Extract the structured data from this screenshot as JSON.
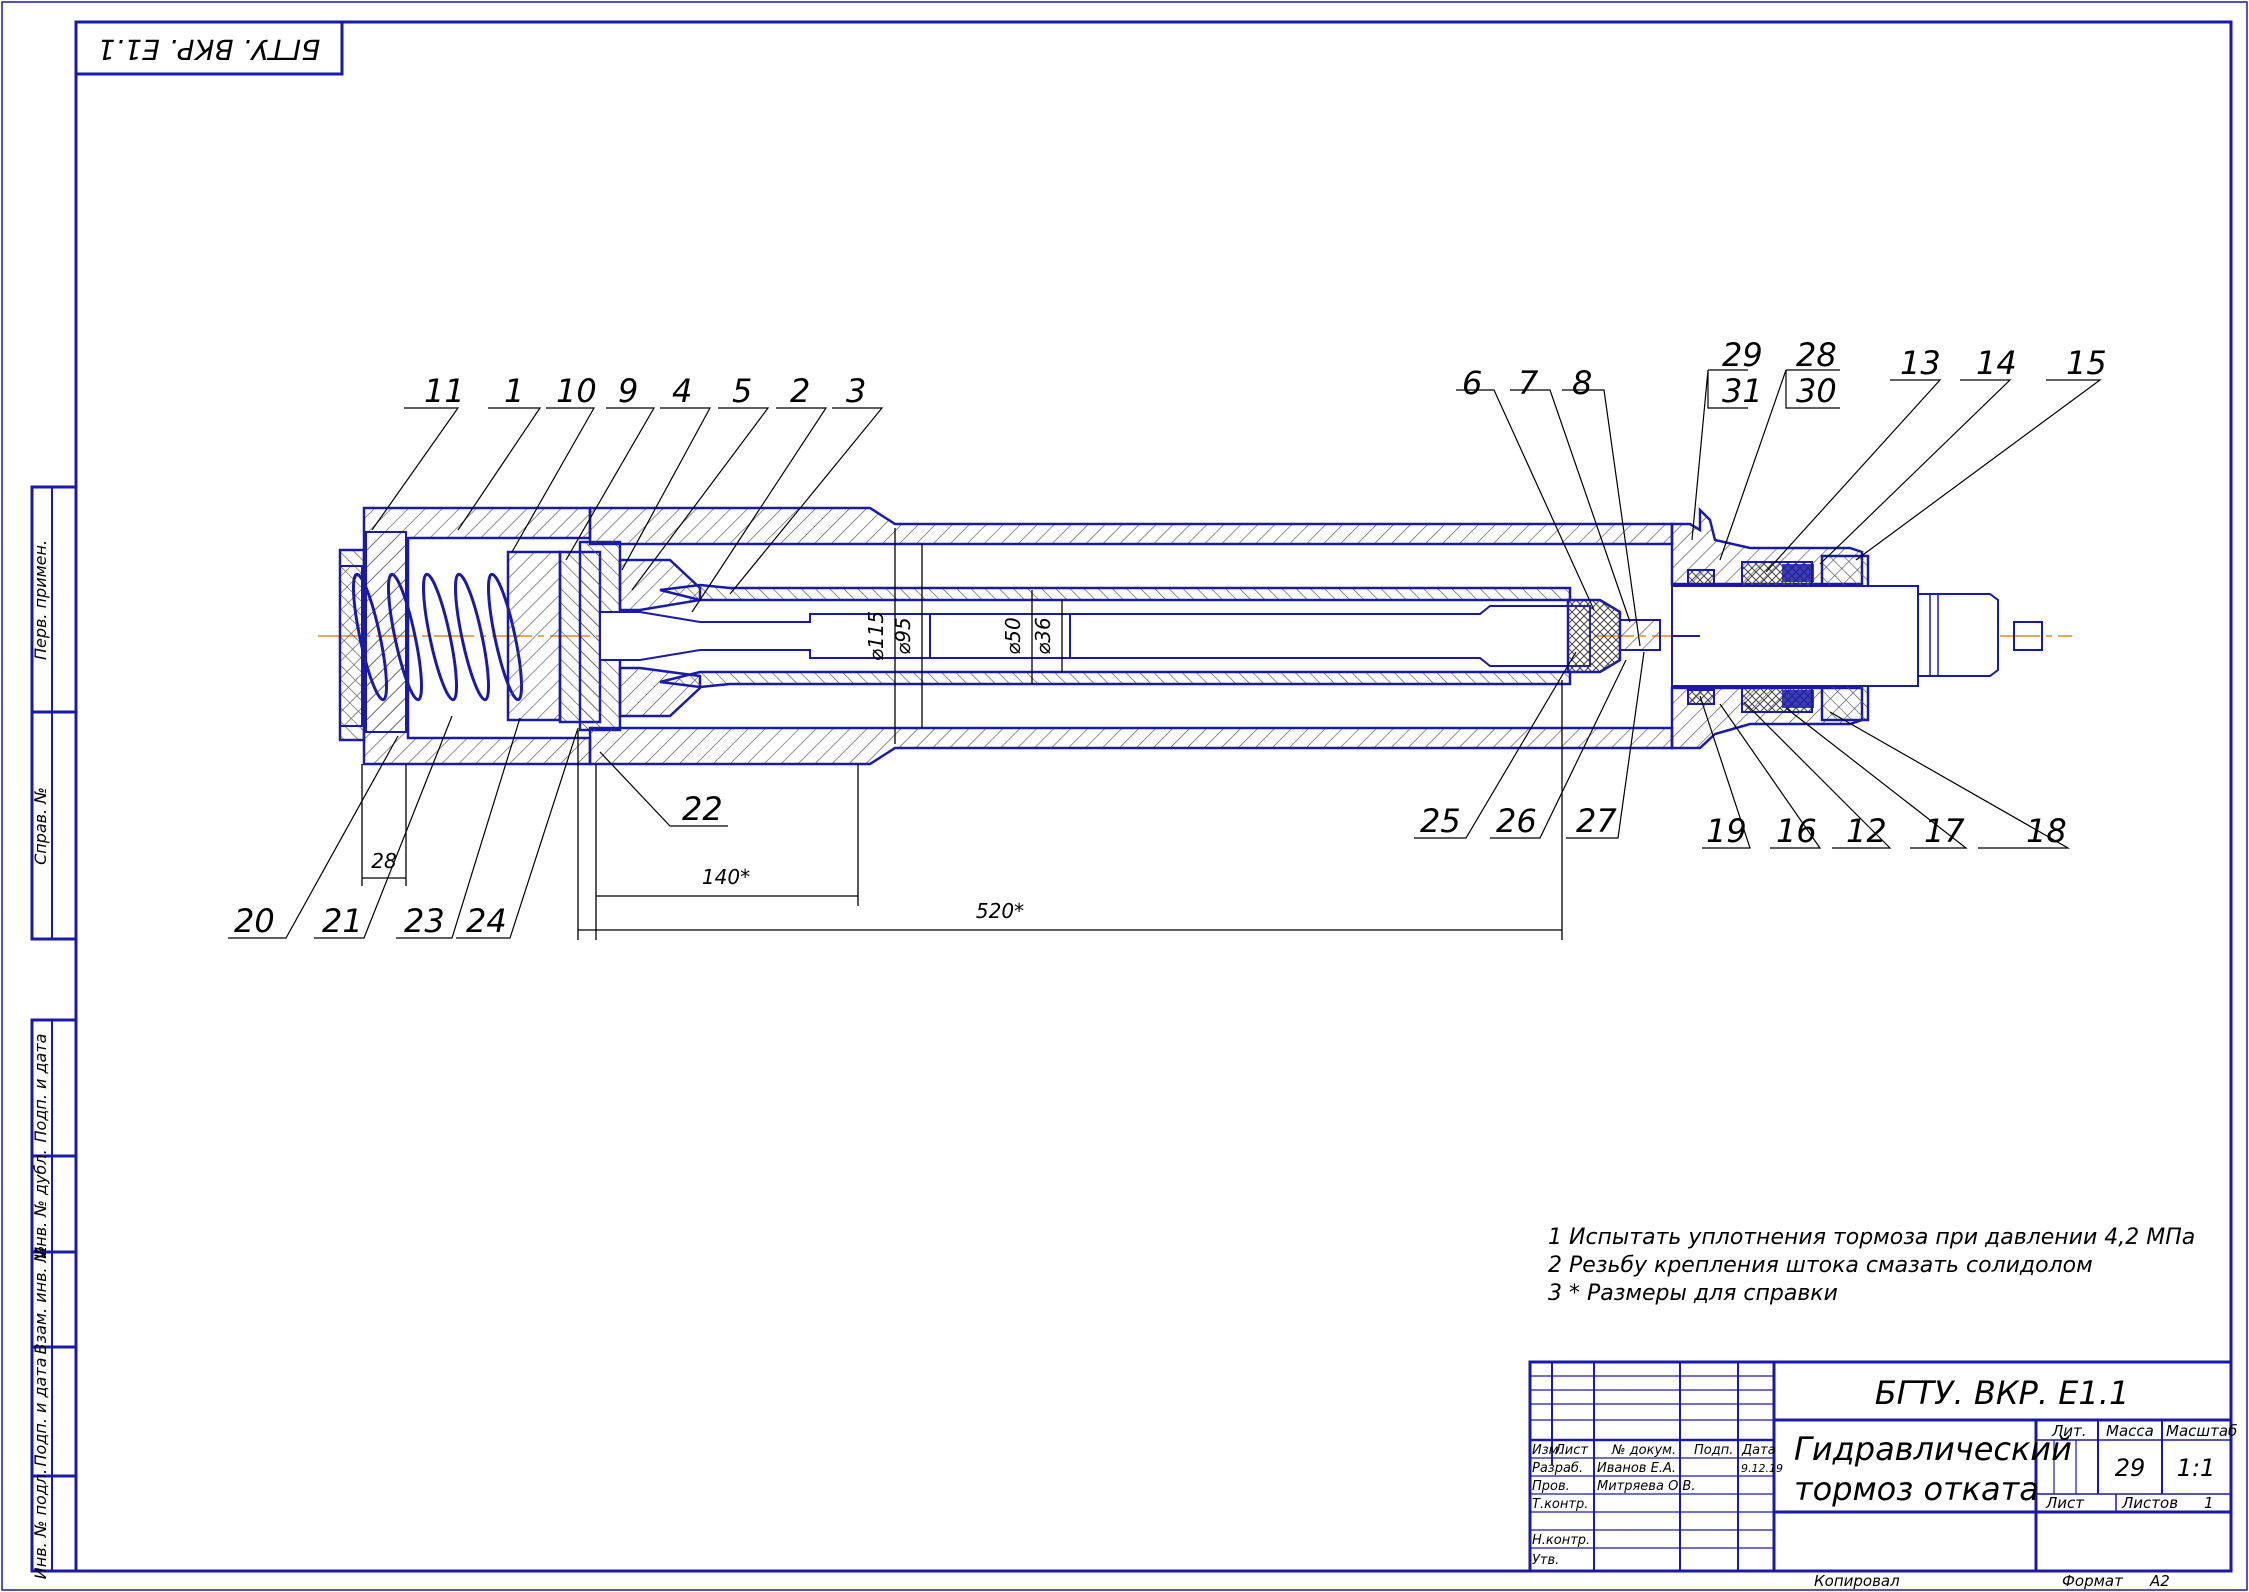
{
  "doc_code": "БГТУ. ВКР. Е1.1",
  "drawing_title_line1": "Гидравлический",
  "drawing_title_line2": "тормоз отката",
  "part_labels": [
    "11",
    "1",
    "10",
    "9",
    "4",
    "5",
    "2",
    "3",
    "6",
    "7",
    "8",
    "29",
    "31",
    "28",
    "30",
    "13",
    "14",
    "15",
    "20",
    "21",
    "23",
    "24",
    "22",
    "25",
    "26",
    "27",
    "19",
    "16",
    "12",
    "17",
    "18"
  ],
  "dimensions": {
    "d115": "⌀115",
    "d95": "⌀95",
    "d50": "⌀50",
    "d36": "⌀36",
    "l28": "28",
    "l140": "140*",
    "l520": "520*"
  },
  "notes": [
    "1 Испытать уплотнения тормоза при давлении 4,2 МПа",
    "2 Резьбу крепления штока смазать солидолом",
    "3  * Размеры для справки"
  ],
  "side_stamp": [
    "Перв. примен.",
    "Справ. №",
    "Подп. и дата",
    "Инв. № дубл.",
    "Взам. инв. №",
    "Подп. и дата",
    "Инв. № подл."
  ],
  "title_block": {
    "hdr_izm": "Изм.",
    "hdr_list": "Лист",
    "hdr_ndoc": "№ докум.",
    "hdr_podp": "Подп.",
    "hdr_data": "Дата",
    "razrab_label": "Разраб.",
    "razrab_name": "Иванов Е.А.",
    "razrab_date": "9.12.19",
    "prov_label": "Пров.",
    "prov_name": "Митряева О.В.",
    "tkontr_label": "Т.контр.",
    "nkontr_label": "Н.контр.",
    "utv_label": "Утв.",
    "lit_label": "Лит.",
    "massa_label": "Масса",
    "masshtab_label": "Масштаб",
    "massa": "29",
    "masshtab": "1:1",
    "list_label": "Лист",
    "listov_label": "Листов",
    "listov": "1"
  },
  "kopiroval": "Копировал",
  "format_label": "Формат",
  "format_value": "А2",
  "colors": {
    "frame": "#1a1aa6",
    "hatch": "#555555",
    "axis": "#e08a2c",
    "text": "#000000"
  }
}
